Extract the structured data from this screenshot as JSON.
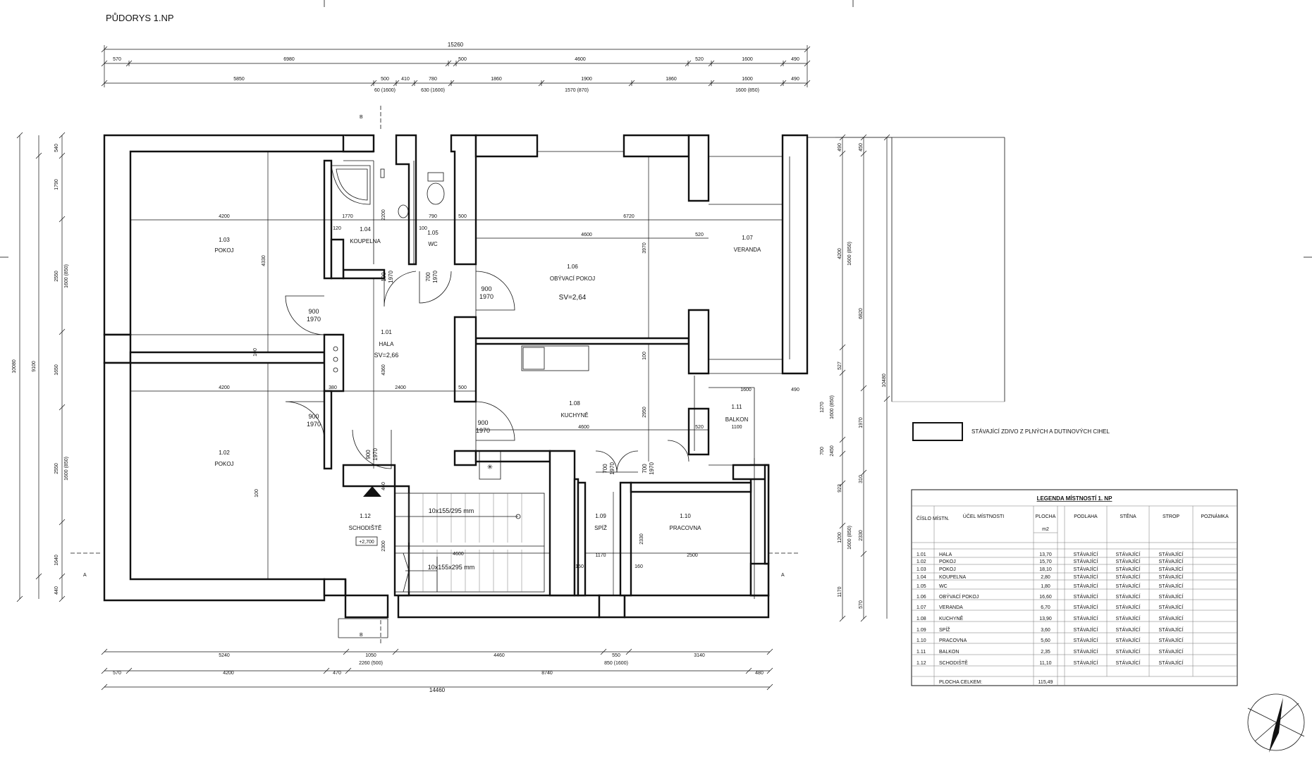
{
  "title": "PŮDORYS 1.NP",
  "rooms": [
    {
      "no": "1.01",
      "name": "HALA",
      "extra": "SV=2,66"
    },
    {
      "no": "1.02",
      "name": "POKOJ"
    },
    {
      "no": "1.03",
      "name": "POKOJ"
    },
    {
      "no": "1.04",
      "name": "KOUPELNA"
    },
    {
      "no": "1.05",
      "name": "WC"
    },
    {
      "no": "1.06",
      "name": "OBÝVACÍ POKOJ",
      "extra": "SV=2,64"
    },
    {
      "no": "1.07",
      "name": "VERANDA"
    },
    {
      "no": "1.08",
      "name": "KUCHYNĚ"
    },
    {
      "no": "1.09",
      "name": "SPÍŽ"
    },
    {
      "no": "1.10",
      "name": "PRACOVNA"
    },
    {
      "no": "1.11",
      "name": "BALKON"
    },
    {
      "no": "1.12",
      "name": "SCHODIŠTĚ",
      "extra": "+2,700"
    }
  ],
  "stairs": {
    "upper": "10x155/295 mm",
    "lower": "10x155x295 mm",
    "run": "4600"
  },
  "dims": {
    "top_total": "15260",
    "top_row1": [
      "570",
      "6980",
      "500",
      "4600",
      "520",
      "1600",
      "490"
    ],
    "top_row2": [
      "5850",
      "500",
      "410",
      "780",
      "1860",
      "1900",
      "1860",
      "1600",
      "490"
    ],
    "top_row2_sub": [
      "60 (1600)",
      "630 (1600)",
      "1570 (870)",
      "1600 (850)"
    ],
    "bottom_row1": [
      "5240",
      "1050",
      "4460",
      "550",
      "3140"
    ],
    "bottom_row1_sub": [
      "2260 (500)",
      "850 (1600)"
    ],
    "bottom_row2": [
      "570",
      "4200",
      "470",
      "8740",
      "480"
    ],
    "bottom_total": "14460",
    "left_total": "10080",
    "left_mid": "9100",
    "left_a": [
      "540",
      "1790",
      "2550",
      "1650",
      "2550",
      "1640",
      "440"
    ],
    "left_a_sub": [
      "1600 (850)",
      "1600 (850)"
    ],
    "right_a": [
      "490",
      "450",
      "4200",
      "527",
      "1270",
      "700",
      "923",
      "1200",
      "1170"
    ],
    "right_a_sub": [
      "1600 (850)",
      "1600 (850)",
      "1600 (850)",
      "2450"
    ],
    "right_b": [
      "6820",
      "1970",
      "310",
      "2330",
      "570"
    ],
    "right_total": "10480",
    "inner": [
      "4200",
      "4330",
      "1770",
      "2200",
      "120",
      "790",
      "100",
      "500",
      "4600",
      "6720",
      "3970",
      "520",
      "100",
      "4200",
      "380",
      "2400",
      "4360",
      "500",
      "4600",
      "2950",
      "520",
      "1600",
      "490",
      "1100",
      "100",
      "460",
      "2300",
      "1170",
      "150",
      "2330",
      "160",
      "2500",
      "100"
    ],
    "doors": [
      "900",
      "1970",
      "700",
      "1970",
      "100",
      "1970",
      "900",
      "1970",
      "900",
      "1970",
      "900",
      "1970",
      "700",
      "1970",
      "700",
      "1970",
      "900",
      "1970"
    ]
  },
  "section_marks": {
    "b": "B",
    "a": "A"
  },
  "legend_material": "STÁVAJÍCÍ ZDIVO Z PLNÝCH A DUTINOVÝCH CIHEL",
  "table": {
    "title": "LEGENDA MÍSTNOSTÍ 1. NP",
    "headers": [
      "ČÍSLO MÍSTN.",
      "ÚČEL MÍSTNOSTI",
      "PLOCHA",
      "PODLAHA",
      "STĚNA",
      "STROP",
      "POZNÁMKA"
    ],
    "unit": "m2",
    "rows": [
      [
        "1.01",
        "HALA",
        "13,70",
        "STÁVAJÍCÍ",
        "STÁVAJÍCÍ",
        "STÁVAJÍCÍ"
      ],
      [
        "1.02",
        "POKOJ",
        "15,70",
        "STÁVAJÍCÍ",
        "STÁVAJÍCÍ",
        "STÁVAJÍCÍ"
      ],
      [
        "1.03",
        "POKOJ",
        "18,10",
        "STÁVAJÍCÍ",
        "STÁVAJÍCÍ",
        "STÁVAJÍCÍ"
      ],
      [
        "1.04",
        "KOUPELNA",
        "2,80",
        "STÁVAJÍCÍ",
        "STÁVAJÍCÍ",
        "STÁVAJÍCÍ"
      ],
      [
        "1.05",
        "WC",
        "1,80",
        "STÁVAJÍCÍ",
        "STÁVAJÍCÍ",
        "STÁVAJÍCÍ"
      ],
      [
        "1.06",
        "OBÝVACÍ POKOJ",
        "16,60",
        "STÁVAJÍCÍ",
        "STÁVAJÍCÍ",
        "STÁVAJÍCÍ"
      ],
      [
        "1.07",
        "VERANDA",
        "6,70",
        "STÁVAJÍCÍ",
        "STÁVAJÍCÍ",
        "STÁVAJÍCÍ"
      ],
      [
        "1.08",
        "KUCHYNĚ",
        "13,90",
        "STÁVAJÍCÍ",
        "STÁVAJÍCÍ",
        "STÁVAJÍCÍ"
      ],
      [
        "1.09",
        "SPÍŽ",
        "3,60",
        "STÁVAJÍCÍ",
        "STÁVAJÍCÍ",
        "STÁVAJÍCÍ"
      ],
      [
        "1.10",
        "PRACOVNA",
        "5,60",
        "STÁVAJÍCÍ",
        "STÁVAJÍCÍ",
        "STÁVAJÍCÍ"
      ],
      [
        "1.11",
        "BALKON",
        "2,35",
        "STÁVAJÍCÍ",
        "STÁVAJÍCÍ",
        "STÁVAJÍCÍ"
      ],
      [
        "1.12",
        "SCHODIŠTĚ",
        "11,10",
        "STÁVAJÍCÍ",
        "STÁVAJÍCÍ",
        "STÁVAJÍCÍ"
      ]
    ],
    "total_label": "PLOCHA CELKEM:",
    "total_value": "115,49"
  },
  "north_arrow_icon": "north-arrow-icon"
}
